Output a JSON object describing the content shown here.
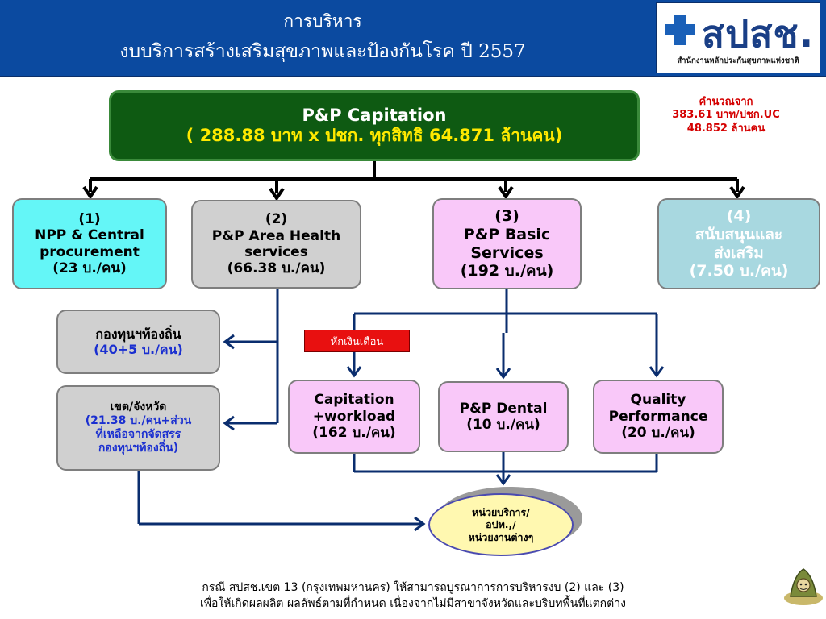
{
  "header": {
    "title_line1": "การบริหาร",
    "title_line2": "งบบริการสร้างเสริมสุขภาพและป้องกันโรค ปี 2557",
    "logo_text": "สปสช.",
    "logo_subtitle": "สำนักงานหลักประกันสุขภาพแห่งชาติ"
  },
  "main_box": {
    "title": "P&P Capitation",
    "line": "( 288.88 บาท x ปชก. ทุกสิทธิ 64.871 ล้านคน)"
  },
  "calc_note": {
    "line1": "คำนวณจาก",
    "line2": "383.61 บาท/ปชก.UC",
    "line3": "48.852 ล้านคน"
  },
  "boxes": [
    {
      "num": "(1)",
      "lines": [
        "NPP & Central",
        "procurement",
        "(23 บ./คน)"
      ]
    },
    {
      "num": "(2)",
      "lines": [
        "P&P Area Health",
        "services",
        "(66.38 บ./คน)"
      ]
    },
    {
      "num": "(3)",
      "lines": [
        "P&P Basic",
        "Services",
        "(192 บ./คน)"
      ]
    },
    {
      "num": "(4)",
      "lines": [
        "สนับสนุนและ",
        "ส่งเสริม",
        "(7.50 บ./คน)"
      ]
    }
  ],
  "left_boxes": {
    "local_fund": {
      "line1": "กองทุนฯท้องถิ่น",
      "line2": "(40+5 บ./คน)"
    },
    "region": {
      "line1": "เขต/จังหวัด",
      "line2": "(21.38 บ./คน+ส่วน",
      "line3": "ที่เหลือจากจัดสรร",
      "line4": "กองทุนฯท้องถิ่น)"
    }
  },
  "deduct_label": "หักเงินเดือน",
  "sub_boxes": [
    {
      "lines": [
        "Capitation",
        "+workload",
        "(162 บ./คน)"
      ]
    },
    {
      "lines": [
        "P&P Dental",
        "(10 บ./คน)"
      ]
    },
    {
      "lines": [
        "Quality",
        "Performance",
        "(20 บ./คน)"
      ]
    }
  ],
  "ellipse": {
    "line1": "หน่วยบริการ/",
    "line2": "อปท.,/",
    "line3": "หน่วยงานต่างๆ"
  },
  "footer": {
    "line1": "กรณี สปสช.เขต 13 (กรุงเทพมหานคร) ให้สามารถบูรณาการการบริหารงบ (2) และ (3)",
    "line2": "เพื่อให้เกิดผลผลิต ผลลัพธ์ตามที่กำหนด  เนื่องจากไม่มีสาขาจังหวัดและบริบทพื้นที่แตกต่าง"
  },
  "colors": {
    "header_bg": "#0b4aa0",
    "main_box": "#0e5a12",
    "cyan_box": "#64f6f7",
    "gray_box": "#d0d0d0",
    "pink_box": "#f9c8f9",
    "teal_box": "#a8d8e0",
    "navy_line": "#0a2d6e"
  }
}
